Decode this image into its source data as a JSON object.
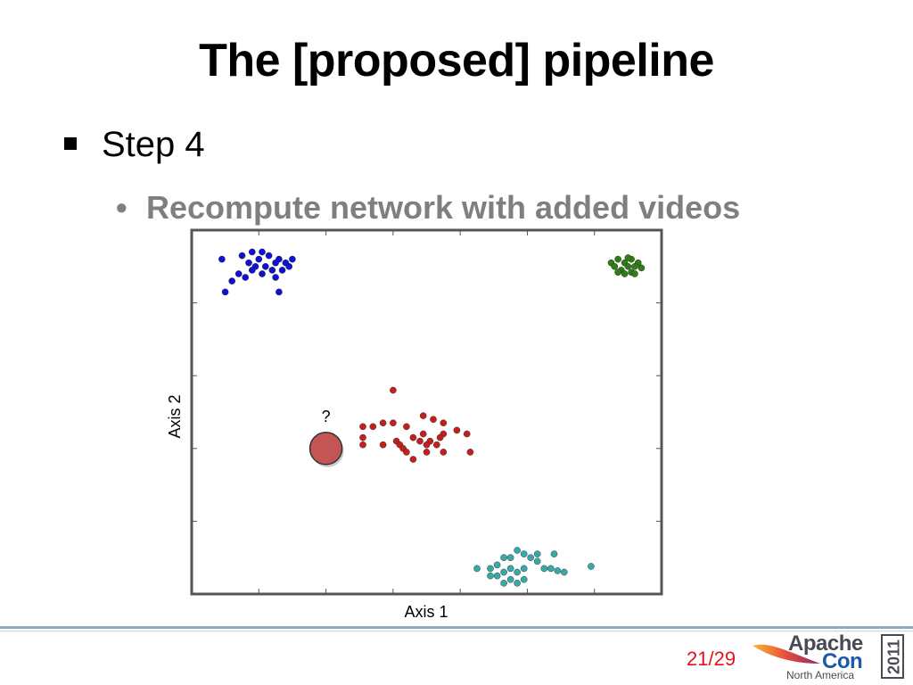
{
  "slide": {
    "title": "The [proposed] pipeline",
    "bullet1": "Step 4",
    "bullet2": "Recompute network with added videos",
    "page_number": "21/29"
  },
  "chart_data": {
    "type": "scatter",
    "xlabel": "Axis 1",
    "ylabel": "Axis 2",
    "xlim": [
      0,
      7
    ],
    "ylim": [
      0,
      5
    ],
    "grid": false,
    "series": [
      {
        "color": "#1010d0",
        "points": [
          [
            0.45,
            4.6
          ],
          [
            0.75,
            4.65
          ],
          [
            0.9,
            4.7
          ],
          [
            1.0,
            4.6
          ],
          [
            1.05,
            4.7
          ],
          [
            1.15,
            4.65
          ],
          [
            1.25,
            4.55
          ],
          [
            0.85,
            4.55
          ],
          [
            0.95,
            4.5
          ],
          [
            1.1,
            4.5
          ],
          [
            1.2,
            4.45
          ],
          [
            1.3,
            4.6
          ],
          [
            1.4,
            4.55
          ],
          [
            1.5,
            4.6
          ],
          [
            1.35,
            4.45
          ],
          [
            0.7,
            4.4
          ],
          [
            0.6,
            4.3
          ],
          [
            0.8,
            4.35
          ],
          [
            1.05,
            4.4
          ],
          [
            1.25,
            4.35
          ],
          [
            0.5,
            4.15
          ],
          [
            1.3,
            4.15
          ],
          [
            0.9,
            4.45
          ],
          [
            1.45,
            4.5
          ]
        ]
      },
      {
        "color": "#2e7d16",
        "points": [
          [
            6.25,
            4.55
          ],
          [
            6.35,
            4.6
          ],
          [
            6.45,
            4.55
          ],
          [
            6.55,
            4.6
          ],
          [
            6.65,
            4.55
          ],
          [
            6.3,
            4.5
          ],
          [
            6.4,
            4.45
          ],
          [
            6.5,
            4.5
          ],
          [
            6.6,
            4.5
          ],
          [
            6.7,
            4.48
          ],
          [
            6.45,
            4.4
          ],
          [
            6.55,
            4.42
          ],
          [
            6.35,
            4.42
          ],
          [
            6.5,
            4.62
          ],
          [
            6.6,
            4.4
          ]
        ]
      },
      {
        "color": "#c41f1f",
        "points": [
          [
            3.0,
            2.8
          ],
          [
            2.55,
            2.3
          ],
          [
            2.7,
            2.3
          ],
          [
            3.0,
            2.35
          ],
          [
            3.2,
            2.3
          ],
          [
            3.45,
            2.45
          ],
          [
            3.6,
            2.4
          ],
          [
            3.75,
            2.35
          ],
          [
            2.55,
            2.15
          ],
          [
            2.85,
            2.05
          ],
          [
            3.05,
            2.1
          ],
          [
            3.3,
            2.15
          ],
          [
            3.55,
            2.1
          ],
          [
            3.75,
            2.2
          ],
          [
            3.95,
            2.25
          ],
          [
            4.1,
            2.2
          ],
          [
            2.55,
            2.05
          ],
          [
            3.1,
            2.05
          ],
          [
            3.15,
            2.0
          ],
          [
            3.2,
            1.95
          ],
          [
            3.4,
            2.1
          ],
          [
            3.5,
            2.05
          ],
          [
            3.65,
            2.05
          ],
          [
            3.7,
            2.15
          ],
          [
            3.75,
            1.95
          ],
          [
            3.3,
            1.85
          ],
          [
            3.5,
            1.95
          ],
          [
            4.15,
            1.95
          ],
          [
            2.85,
            2.35
          ],
          [
            3.45,
            2.2
          ]
        ]
      },
      {
        "color": "#3aa8a6",
        "points": [
          [
            4.25,
            0.35
          ],
          [
            4.45,
            0.35
          ],
          [
            4.55,
            0.4
          ],
          [
            4.65,
            0.5
          ],
          [
            4.75,
            0.5
          ],
          [
            4.85,
            0.6
          ],
          [
            4.95,
            0.55
          ],
          [
            5.05,
            0.5
          ],
          [
            5.15,
            0.45
          ],
          [
            4.55,
            0.25
          ],
          [
            4.65,
            0.3
          ],
          [
            4.75,
            0.35
          ],
          [
            4.85,
            0.3
          ],
          [
            4.95,
            0.35
          ],
          [
            5.25,
            0.35
          ],
          [
            5.35,
            0.35
          ],
          [
            5.45,
            0.32
          ],
          [
            4.65,
            0.15
          ],
          [
            4.85,
            0.15
          ],
          [
            4.95,
            0.2
          ],
          [
            4.45,
            0.25
          ],
          [
            5.15,
            0.55
          ],
          [
            5.4,
            0.55
          ],
          [
            5.55,
            0.3
          ],
          [
            5.95,
            0.38
          ],
          [
            4.75,
            0.2
          ]
        ]
      }
    ],
    "query_point": {
      "x": 2.0,
      "y": 2.0,
      "color": "#c45555",
      "label": "?"
    }
  }
}
